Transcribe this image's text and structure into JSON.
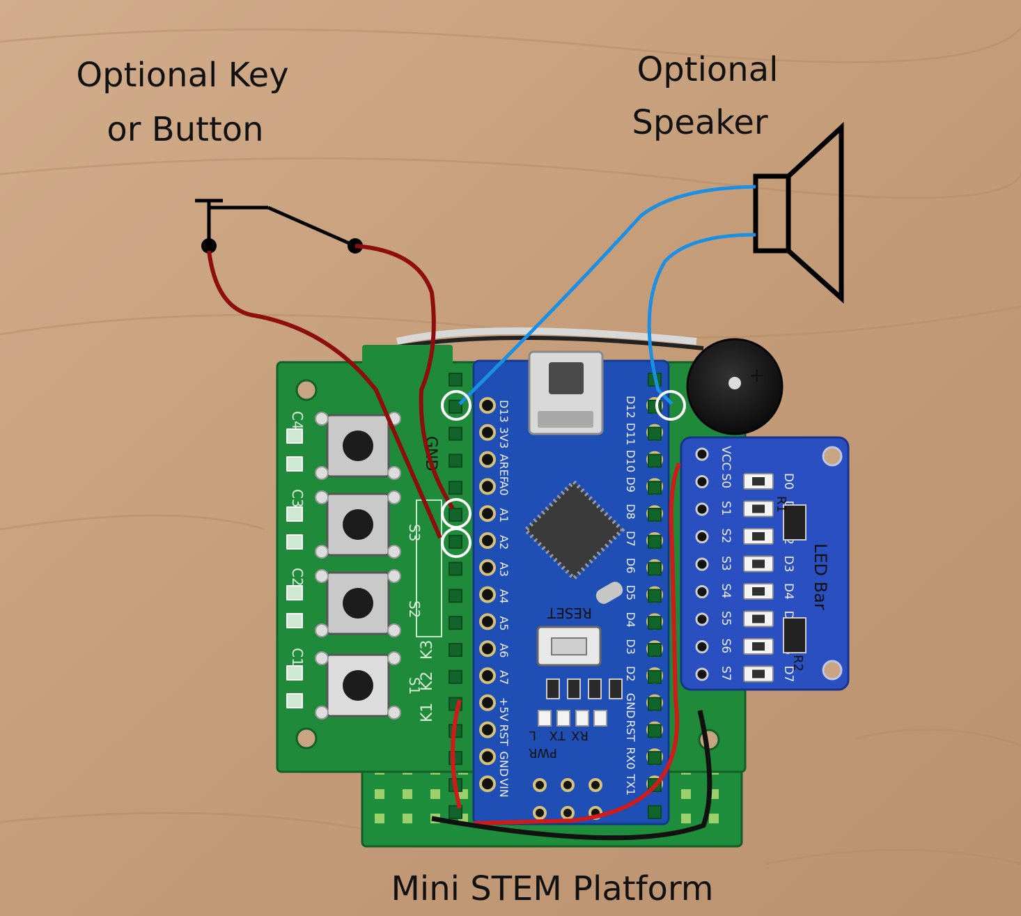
{
  "labels": {
    "key_line1": "Optional Key",
    "key_line2": "or Button",
    "speaker_line1": "Optional",
    "speaker_line2": "Speaker",
    "platform": "Mini STEM Platform"
  },
  "silkscreen": {
    "nano_left": [
      "D13",
      "3V3",
      "AREF",
      "A0",
      "A1",
      "A2",
      "A3",
      "A4",
      "A5",
      "A6",
      "A7",
      "+5V",
      "RST",
      "GND",
      "VIN"
    ],
    "nano_right": [
      "D12",
      "D11",
      "D10",
      "D9",
      "D8",
      "D7",
      "D6",
      "D5",
      "D4",
      "D3",
      "D2",
      "GND",
      "RST",
      "RX0",
      "TX1"
    ],
    "nano_misc": {
      "reset": "RESET",
      "pwr": "PWR",
      "rx": "RX",
      "tx": "TX",
      "l": "L"
    },
    "keys_caps": [
      "C4",
      "C3",
      "C2",
      "C1"
    ],
    "keys_switches": [
      "S3",
      "S2",
      "S1"
    ],
    "keys_k": [
      "K1",
      "K2",
      "K3"
    ],
    "keys_gnd": "GND",
    "ledbar_pins": [
      "VCC",
      "S0",
      "S1",
      "S2",
      "S3",
      "S4",
      "S5",
      "S6",
      "S7"
    ],
    "ledbar_leds": [
      "D0",
      "D1",
      "D2",
      "D3",
      "D4",
      "D5",
      "D6",
      "D7"
    ],
    "ledbar_title": "LED Bar",
    "ledbar_r1": "R1",
    "ledbar_r2": "R2"
  },
  "colors": {
    "table": "#c9a482",
    "pcb_green": "#1e8a3a",
    "nano_blue": "#1f4fb5",
    "ledbar_blue": "#2a4fc0",
    "wire_red": "#8e0d0d",
    "wire_blue": "#1a8fe3",
    "highlight": "#ffffff"
  }
}
